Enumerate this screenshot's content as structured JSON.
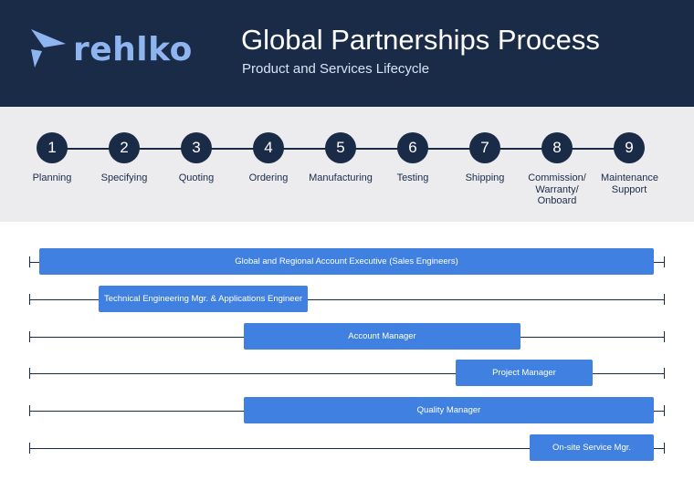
{
  "header": {
    "brand": "rehlko",
    "title": "Global Partnerships Process",
    "subtitle": "Product and Services Lifecycle"
  },
  "colors": {
    "navy": "#1a2b48",
    "accent_blue": "#3f80e0",
    "logo_blue": "#8fb5f0",
    "band_gray": "#ececef"
  },
  "steps": [
    {
      "number": "1",
      "label": "Planning"
    },
    {
      "number": "2",
      "label": "Specifying"
    },
    {
      "number": "3",
      "label": "Quoting"
    },
    {
      "number": "4",
      "label": "Ordering"
    },
    {
      "number": "5",
      "label": "Manufacturing"
    },
    {
      "number": "6",
      "label": "Testing"
    },
    {
      "number": "7",
      "label": "Shipping"
    },
    {
      "number": "8",
      "label": "Commission/ Warranty/ Onboard"
    },
    {
      "number": "9",
      "label": "Maintenance Support"
    }
  ],
  "roles": [
    {
      "label": "Global and Regional Account Executive (Sales Engineers)"
    },
    {
      "label": "Technical Engineering Mgr. & Applications Engineer"
    },
    {
      "label": "Account Manager"
    },
    {
      "label": "Project Manager"
    },
    {
      "label": "Quality Manager"
    },
    {
      "label": "On-site Service Mgr."
    }
  ]
}
